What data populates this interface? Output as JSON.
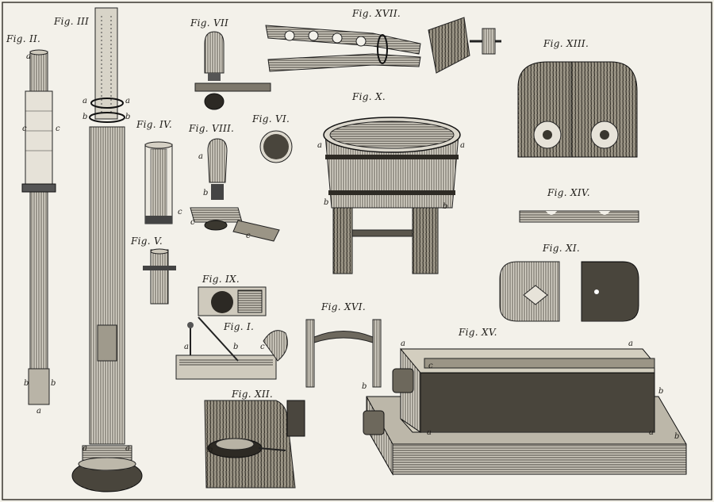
{
  "plate": {
    "figure_labels": {
      "fig_2": "Fig. II.",
      "fig_3": "Fig. III",
      "fig_4": "Fig. IV.",
      "fig_5": "Fig. V.",
      "fig_7": "Fig. VII",
      "fig_8": "Fig. VIII.",
      "fig_6": "Fig. VI.",
      "fig_9": "Fig. IX.",
      "fig_1": "Fig. I.",
      "fig_10": "Fig. X.",
      "fig_11": "Fig. XI.",
      "fig_12": "Fig. XII.",
      "fig_13": "Fig. XIII.",
      "fig_14": "Fig. XIV.",
      "fig_15": "Fig. XV.",
      "fig_16": "Fig. XVI.",
      "fig_17": "Fig. XVII."
    },
    "letters": {
      "a": "a",
      "b": "b",
      "c": "c"
    }
  }
}
